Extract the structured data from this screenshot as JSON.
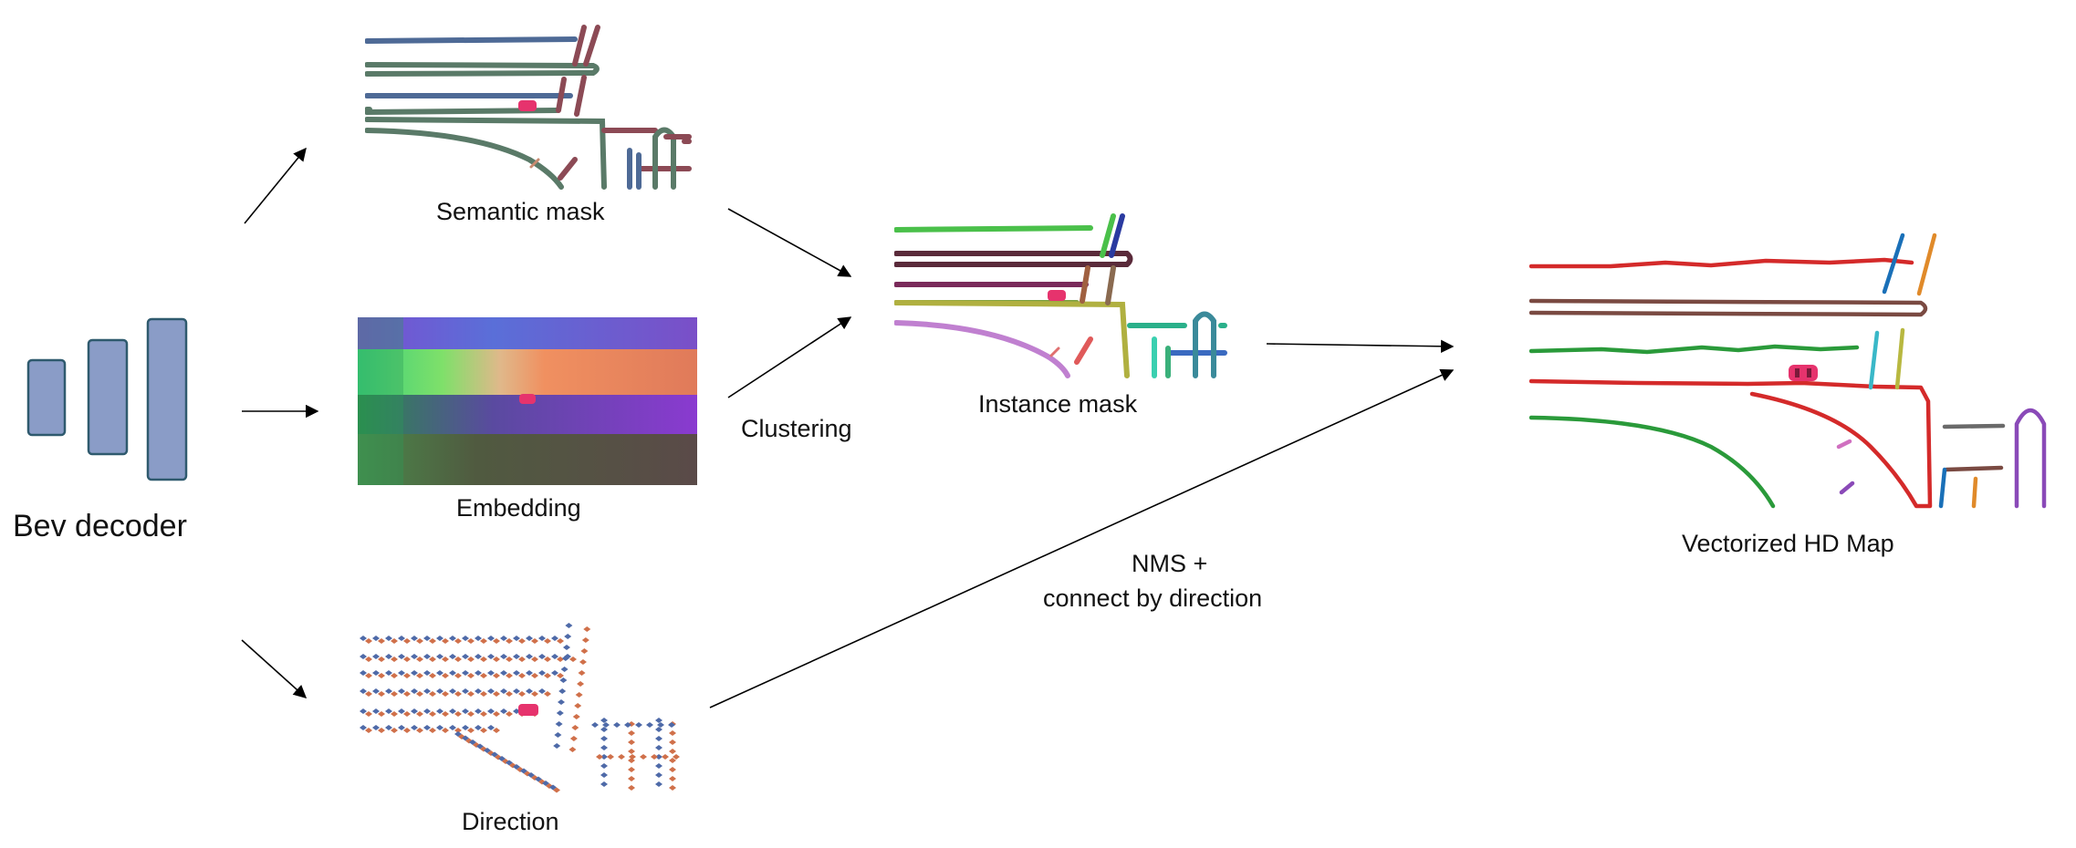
{
  "decoder": {
    "label": "Bev decoder"
  },
  "outputs": {
    "semantic": "Semantic mask",
    "embedding": "Embedding",
    "direction": "Direction",
    "instance": "Instance mask",
    "vectorized": "Vectorized HD Map"
  },
  "steps": {
    "clustering": "Clustering",
    "nms_line1": "NMS +",
    "nms_line2": "connect by direction"
  },
  "colors": {
    "decoder_fill": "#8a9cc7",
    "decoder_stroke": "#2f5a6e",
    "car": "#e6336d",
    "semantic_lane": "#5a7a68",
    "semantic_divider": "#4e6a96",
    "semantic_crossing": "#8c4a55",
    "vec_red": "#d42a2a",
    "vec_green": "#2a9a3a",
    "vec_brown": "#7a4a42"
  }
}
